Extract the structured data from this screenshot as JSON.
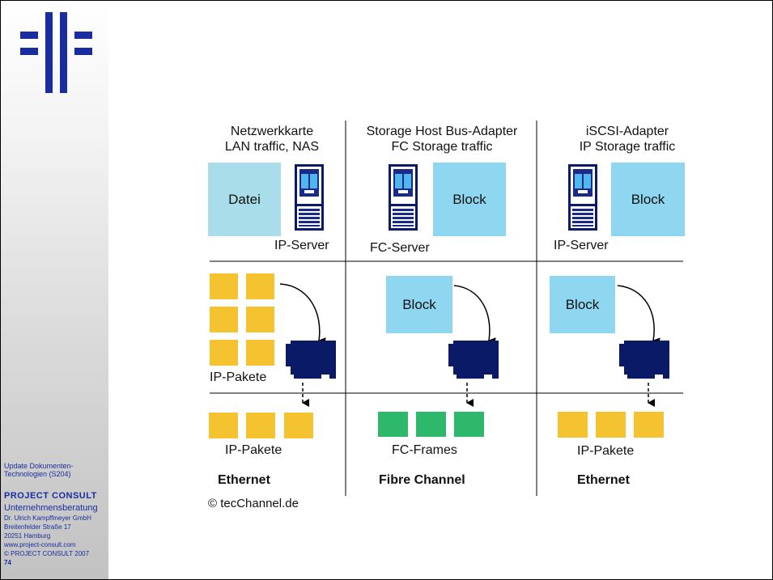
{
  "sidebar": {
    "footer": {
      "update_line1": "Update Dokumenten-",
      "update_line2": "Technologien (S204)",
      "company": "PROJECT  CONSULT",
      "tagline": "Unternehmensberatung",
      "person": "Dr. Ulrich Kampffmeyer  GmbH",
      "street": "Breitenfelder Straße 17",
      "city": "20251 Hamburg",
      "website": "www.project-consult.com",
      "copyright": "© PROJECT CONSULT  2007",
      "page": "74"
    }
  },
  "columns": [
    {
      "header1": "Netzwerkkarte",
      "header2": "LAN traffic, NAS",
      "data_box": "Datei",
      "server": "IP-Server",
      "packets_top": "IP-Pakete",
      "packets_bottom": "IP-Pakete",
      "network": "Ethernet"
    },
    {
      "header1": "Storage Host Bus-Adapter",
      "header2": "FC Storage traffic",
      "data_box": "Block",
      "server": "FC-Server",
      "block_mid": "Block",
      "packets_bottom": "FC-Frames",
      "network": "Fibre Channel"
    },
    {
      "header1": "iSCSI-Adapter",
      "header2": "IP Storage traffic",
      "data_box": "Block",
      "server": "IP-Server",
      "block_mid": "Block",
      "packets_bottom": "IP-Pakete",
      "network": "Ethernet"
    }
  ],
  "credit": "© tecChannel.de",
  "colors": {
    "logo": "#1a2da0",
    "light_blue": "#a8dde9",
    "sky_blue": "#8fd6f0",
    "packet_yellow": "#f5c330",
    "frame_green": "#2eb86b",
    "adapter_navy": "#0a1a66"
  }
}
